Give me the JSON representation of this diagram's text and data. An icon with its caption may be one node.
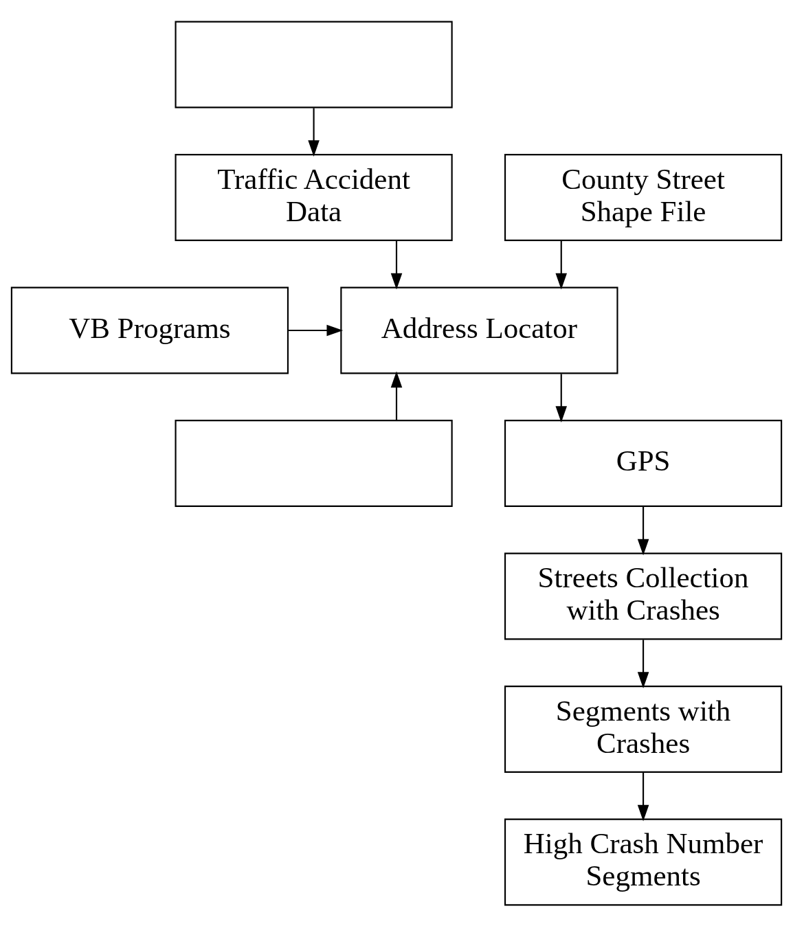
{
  "diagram": {
    "nodes": [
      {
        "text": [],
        "shape": "box"
      },
      {
        "text": [
          "Traffic Accident Data"
        ]
      },
      {
        "text": [
          "County Street Shape File"
        ]
      },
      {
        "text": [
          "VB Programs"
        ]
      },
      {
        "text": [],
        "shape": "box"
      },
      {
        "text": [
          "Address Locator"
        ]
      },
      {
        "text": [
          "GPS"
        ]
      },
      {
        "text": [
          "Streets Collection with Crashes"
        ]
      },
      {
        "text": [
          "Segments with Crashes"
        ]
      },
      {
        "text": [
          "High Crash Number Segments"
        ]
      }
    ],
    "edges": [
      {
        "from": 0,
        "to": 1,
        "arrow": "to"
      },
      {
        "from": 1,
        "to": 5,
        "arrow": "to"
      },
      {
        "from": 2,
        "to": 5,
        "arrow": "to"
      },
      {
        "from": 3,
        "to": 5,
        "arrow": "to"
      },
      {
        "from": 4,
        "to": 5,
        "arrow": "to"
      },
      {
        "from": 5,
        "to": 6,
        "arrow": "to"
      },
      {
        "from": 6,
        "to": 7,
        "arrow": "to"
      },
      {
        "from": 7,
        "to": 8,
        "arrow": "to"
      },
      {
        "from": 8,
        "to": 9,
        "arrow": "to"
      }
    ]
  }
}
